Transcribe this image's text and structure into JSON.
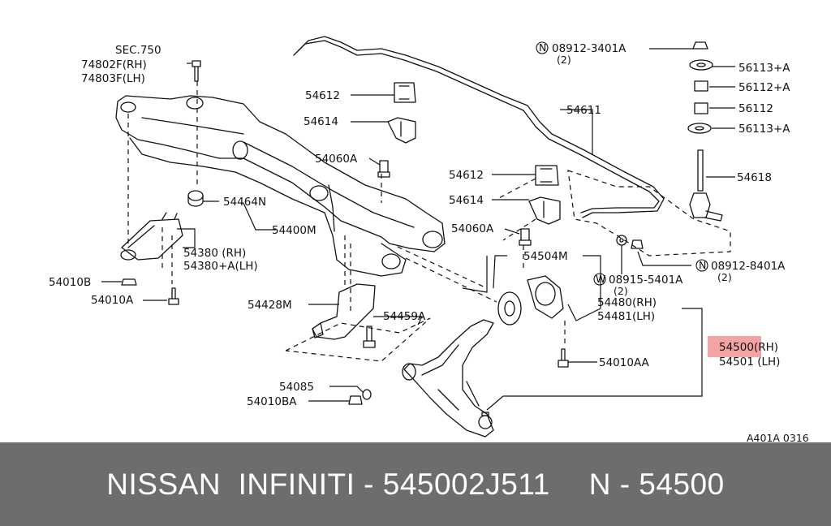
{
  "diagram": {
    "code": "A401A 0316",
    "highlight_color": "#f4a3a3",
    "labels": {
      "sec750": "SEC.750",
      "p74802": "74802F(RH)",
      "p74803": "74803F(LH)",
      "p54612a": "54612",
      "p54614a": "54614",
      "p54060a": "54060A",
      "p54464": "54464N",
      "p54400": "54400M",
      "p54380": "54380  (RH)",
      "p54380a": "54380+A(LH)",
      "p54010b": "54010B",
      "p54010a": "54010A",
      "p54428": "54428M",
      "p54459": "54459A",
      "p54085": "54085",
      "p54010ba": "54010BA",
      "p54611": "54611",
      "p54612b": "54612",
      "p54614b": "54614",
      "p54060b": "54060A",
      "p54504": "54504M",
      "p54480": "54480(RH)",
      "p54481": "54481(LH)",
      "p54500": "54500(RH)",
      "p54501": "54501 (LH)",
      "p54010aa": "54010AA",
      "n08912_3401a": "08912-3401A",
      "n08912_3401a_q": "(2)",
      "p56113a": "56113+A",
      "p56112a": "56112+A",
      "p56112": "56112",
      "p56113b": "56113+A",
      "p54618": "54618",
      "n08912_8401a": "08912-8401A",
      "n08912_8401a_q": "(2)",
      "w08915": "08915-5401A",
      "w08915_q": "(2)",
      "circle_n": "N",
      "circle_w": "W"
    }
  },
  "footer": {
    "part_text": "NISSAN  INFINITI - 545002J511",
    "ref_text": "N - 54500"
  }
}
